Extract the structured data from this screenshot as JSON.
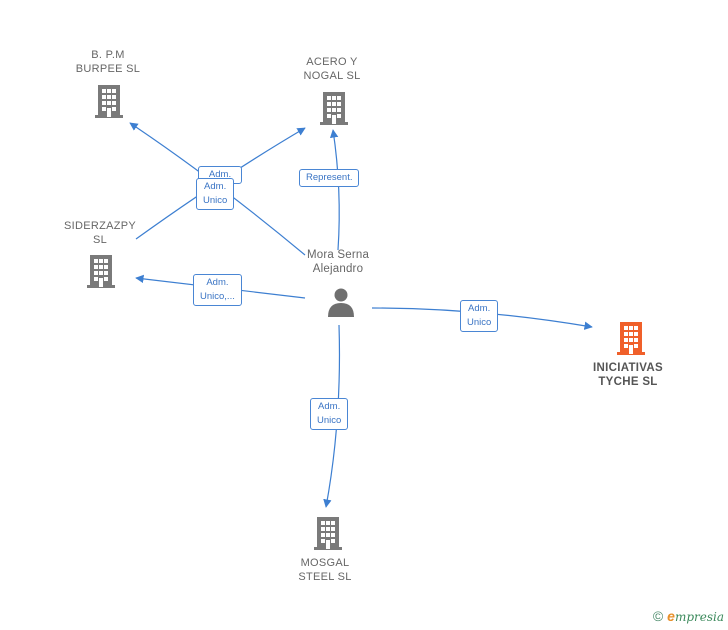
{
  "colors": {
    "edge": "#3d7fd1",
    "building": "#7a7a7a",
    "building_main": "#f0602a",
    "person": "#6f6f6f"
  },
  "nodes": {
    "bpm": {
      "label": "B. P.M\nBURPEE  SL",
      "icon": "building-icon"
    },
    "acero": {
      "label": "ACERO Y\nNOGAL  SL",
      "icon": "building-icon"
    },
    "siderzazpy": {
      "label": "SIDERZAZPY\nSL",
      "icon": "building-icon"
    },
    "person": {
      "label": "Mora Serna\nAlejandro",
      "icon": "person-icon"
    },
    "iniciativas": {
      "label": "INICIATIVAS\nTYCHE  SL",
      "icon": "building-icon"
    },
    "mosgal": {
      "label": "MOSGAL\nSTEEL  SL",
      "icon": "building-icon"
    }
  },
  "edges": {
    "bpm": "Adm.\nUnico",
    "acero_adm": "Adm.\nUnico",
    "acero_rep": "Represent.",
    "siderzazpy": "Adm.\nUnico,...",
    "iniciativas": "Adm.\nUnico",
    "mosgal": "Adm.\nUnico"
  },
  "footer": {
    "copyright": "©",
    "brand_initial": "e",
    "brand_rest": "mpresia"
  }
}
